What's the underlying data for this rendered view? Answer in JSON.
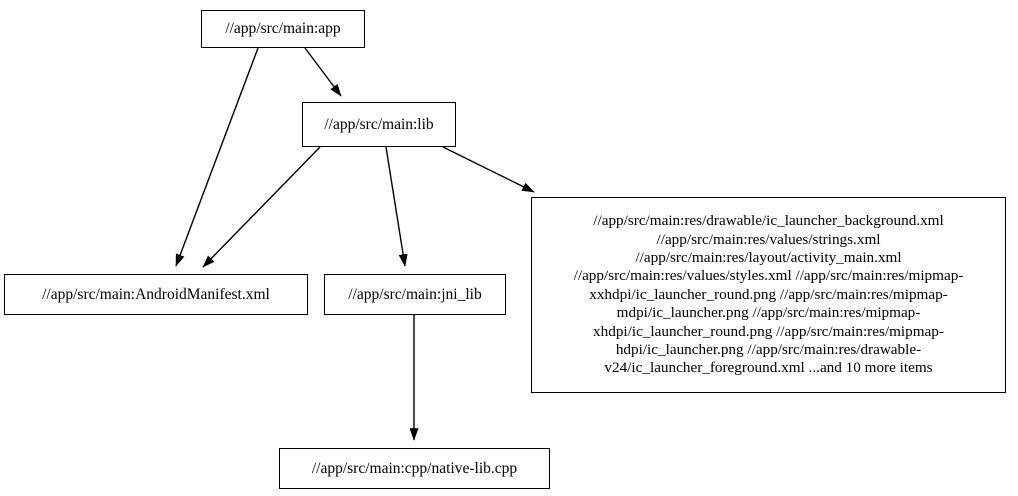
{
  "graph": {
    "type": "directed-dependency-graph",
    "background": "#ffffff",
    "node_border_color": "#000000",
    "node_fill_color": "#ffffff",
    "edge_color": "#000000"
  },
  "nodes": {
    "app": {
      "label": "//app/src/main:app"
    },
    "lib": {
      "label": "//app/src/main:lib"
    },
    "manifest": {
      "label": "//app/src/main:AndroidManifest.xml"
    },
    "jni_lib": {
      "label": "//app/src/main:jni_lib"
    },
    "cpp": {
      "label": "//app/src/main:cpp/native-lib.cpp"
    },
    "res_group": {
      "lines": [
        "//app/src/main:res/drawable/ic_launcher_background.xml",
        "//app/src/main:res/values/strings.xml",
        "//app/src/main:res/layout/activity_main.xml",
        "//app/src/main:res/values/styles.xml",
        "//app/src/main:res/mipmap-xxhdpi/ic_launcher_round.png",
        "//app/src/main:res/mipmap-mdpi/ic_launcher.png",
        "//app/src/main:res/mipmap-xhdpi/ic_launcher_round.png",
        "//app/src/main:res/mipmap-hdpi/ic_launcher.png",
        "//app/src/main:res/drawable-v24/ic_launcher_foreground.xml",
        "...and 10 more items"
      ],
      "label": "//app/src/main:res/drawable/ic_launcher_background.xml\n//app/src/main:res/values/strings.xml\n//app/src/main:res/layout/activity_main.xml\n//app/src/main:res/values/styles.xml\n//app/src/main:res/mipmap-xxhdpi/ic_launcher_round.png\n//app/src/main:res/mipmap-mdpi/ic_launcher.png\n//app/src/main:res/mipmap-xhdpi/ic_launcher_round.png\n//app/src/main:res/mipmap-hdpi/ic_launcher.png\n//app/src/main:res/drawable-v24/ic_launcher_foreground.xml\n...and 10 more items"
    }
  },
  "edges": [
    {
      "from": "app",
      "to": "lib"
    },
    {
      "from": "app",
      "to": "manifest"
    },
    {
      "from": "lib",
      "to": "manifest"
    },
    {
      "from": "lib",
      "to": "jni_lib"
    },
    {
      "from": "lib",
      "to": "res_group"
    },
    {
      "from": "jni_lib",
      "to": "cpp"
    }
  ]
}
